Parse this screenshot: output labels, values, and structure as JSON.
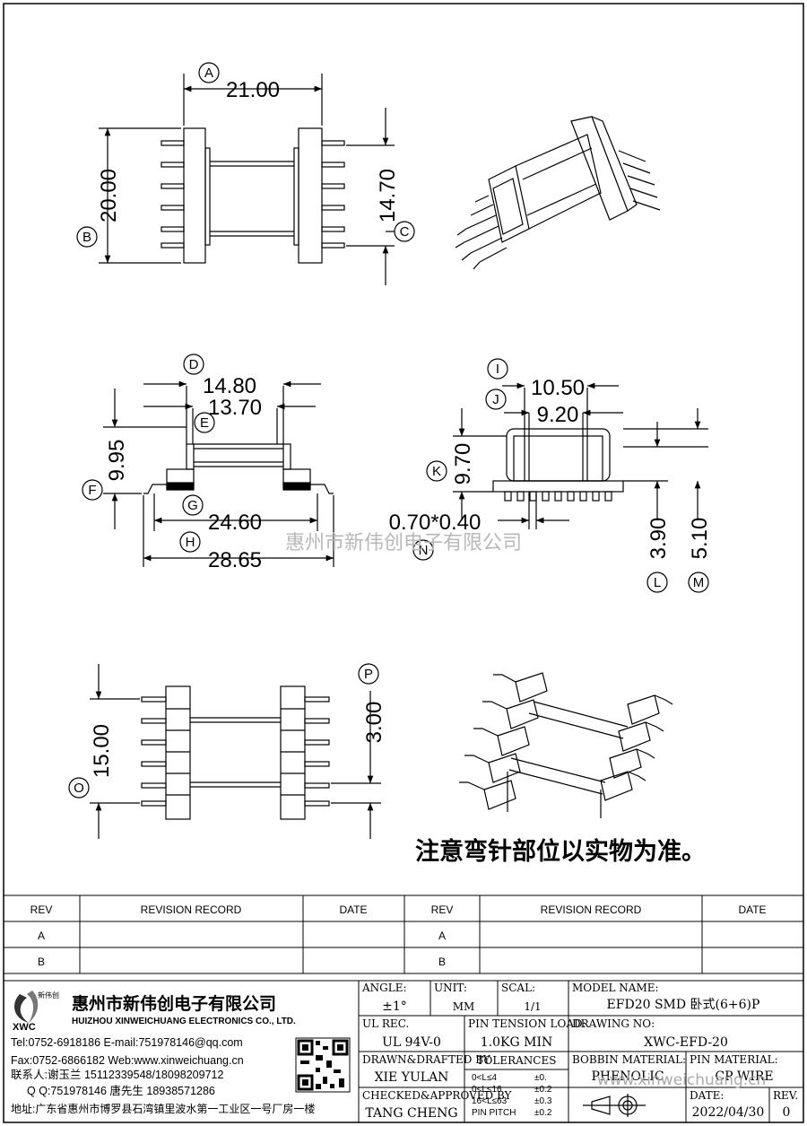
{
  "dims": {
    "A": "21.00",
    "B": "20.00",
    "C": "14.70",
    "D": "14.80",
    "E": "13.70",
    "F": "9.95",
    "G": "24.60",
    "H": "28.65",
    "I": "10.50",
    "J": "9.20",
    "K": "9.70",
    "N": "0.70*0.40",
    "L": "3.90",
    "M": "5.10",
    "O": "15.00",
    "P": "3.00"
  },
  "refs": [
    "A",
    "B",
    "C",
    "D",
    "E",
    "F",
    "G",
    "H",
    "I",
    "J",
    "K",
    "L",
    "M",
    "N",
    "O",
    "P"
  ],
  "watermark": "惠州市新伟创电子有限公司",
  "note": "注意弯针部位以实物为准。",
  "revision_table": {
    "headers": [
      "REV",
      "REVISION RECORD",
      "DATE",
      "REV",
      "REVISION RECORD",
      "DATE"
    ],
    "rows": [
      [
        "A",
        "B"
      ],
      [
        "A",
        "B"
      ]
    ]
  },
  "company": {
    "name_cn": "惠州市新伟创电子有限公司",
    "name_en": "HUIZHOU XINWEICHUANG ELECTRONICS CO., LTD.",
    "logo_text": "XWC",
    "logo_small": "新伟创",
    "tel": "Tel:0752-6918186 E-mail:751978146@qq.com",
    "fax": "Fax:0752-6866182 Web:www.xinweichuang.cn",
    "contact": "联系人:谢玉兰 15112339548/18098209712",
    "qq": "Q Q:751978146    唐先生 18938571286",
    "address": "地址:广东省惠州市博罗县石湾镇里波水第一工业区一号厂房一楼"
  },
  "title_block": {
    "angle_label": "ANGLE:",
    "angle_value": "±1°",
    "unit_label": "UNIT:",
    "unit_value": "MM",
    "scale_label": "SCAL:",
    "scale_value": "1/1",
    "model_label": "MODEL NAME:",
    "model_value": "EFD20 SMD 卧式(6+6)P",
    "ul_label": "UL REC.",
    "ul_value": "UL 94V-0",
    "pin_tension_label": "PIN TENSION LOAD:",
    "pin_tension_value": "1.0KG MIN",
    "drawing_no_label": "DRAWING NO:",
    "drawing_no_value": "XWC-EFD-20",
    "drawn_label": "DRAWN&DRAFTED BY",
    "drawn_value": "XIE YULAN",
    "tolerances_label": "TOLERANCES",
    "tol_rows": [
      "0<L≤4",
      "0<L≤16",
      "16<L≤63",
      "PIN PITCH"
    ],
    "tol_vals": [
      "±0.",
      "±0.2",
      "±0.3",
      "±0.2"
    ],
    "bobbin_label": "BOBBIN MATERIAL:",
    "bobbin_value": "PHENOLIC",
    "pin_mat_label": "PIN MATERIAL:",
    "pin_mat_value": "CP WIRE",
    "checked_label": "CHECKED&APPROVED BY",
    "checked_value": "TANG CHENG",
    "date_label": "DATE:",
    "date_value": "2022/04/30",
    "rev_label": "REV.",
    "rev_value": "0",
    "watermark_url": "www.xinweichuang.cn"
  }
}
